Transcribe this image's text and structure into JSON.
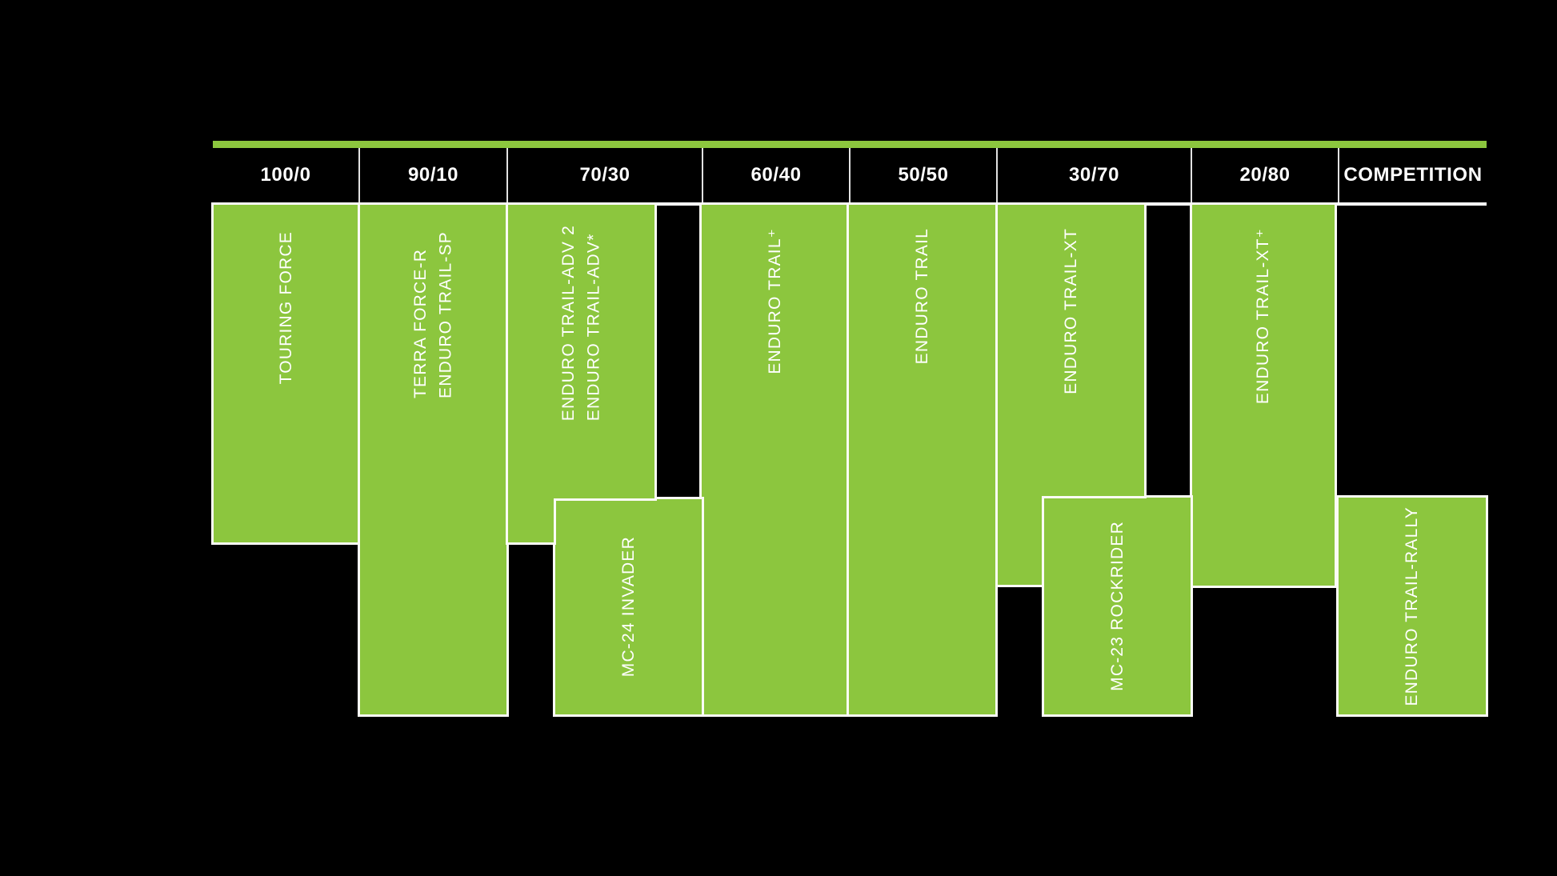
{
  "header": {
    "columns": [
      "100/0",
      "90/10",
      "70/30",
      "60/40",
      "50/50",
      "30/70",
      "20/80",
      "COMPETITION"
    ]
  },
  "blocks": {
    "touring_force": {
      "label": "TOURING FORCE"
    },
    "terra_force": {
      "line1": "TERRA FORCE-R",
      "line2": "ENDURO TRAIL-SP"
    },
    "trail_adv": {
      "line1": "ENDURO TRAIL-ADV 2",
      "line2": "ENDURO TRAIL-ADV*"
    },
    "trail_plus": {
      "label": "ENDURO TRAIL⁺"
    },
    "trail": {
      "label": "ENDURO TRAIL"
    },
    "trail_xt": {
      "label": "ENDURO TRAIL-XT"
    },
    "trail_xt_plus": {
      "label": "ENDURO TRAIL-XT⁺"
    },
    "mc24": {
      "label": "MC-24 INVADER"
    },
    "mc23": {
      "label": "MC-23 ROCKRIDER"
    },
    "trail_rally": {
      "label": "ENDURO TRAIL-RALLY"
    }
  },
  "colors": {
    "accent_green": "#8CC63E",
    "background": "#000000",
    "text": "#FFFFFF",
    "divider": "#FFFFFF"
  },
  "chart_data": {
    "type": "table",
    "columns": [
      "100/0",
      "90/10",
      "70/30",
      "60/40",
      "50/50",
      "30/70",
      "20/80",
      "COMPETITION"
    ],
    "products": [
      {
        "name": "TOURING FORCE",
        "columns": [
          "100/0"
        ]
      },
      {
        "name": "TERRA FORCE-R",
        "columns": [
          "90/10"
        ]
      },
      {
        "name": "ENDURO TRAIL-SP",
        "columns": [
          "90/10"
        ]
      },
      {
        "name": "ENDURO TRAIL-ADV 2",
        "columns": [
          "70/30"
        ]
      },
      {
        "name": "ENDURO TRAIL-ADV*",
        "columns": [
          "70/30"
        ]
      },
      {
        "name": "MC-24 INVADER",
        "columns": [
          "70/30",
          "60/40"
        ]
      },
      {
        "name": "ENDURO TRAIL⁺",
        "columns": [
          "60/40"
        ]
      },
      {
        "name": "ENDURO TRAIL",
        "columns": [
          "50/50"
        ]
      },
      {
        "name": "ENDURO TRAIL-XT",
        "columns": [
          "30/70"
        ]
      },
      {
        "name": "MC-23 ROCKRIDER",
        "columns": [
          "30/70",
          "20/80"
        ]
      },
      {
        "name": "ENDURO TRAIL-XT⁺",
        "columns": [
          "20/80"
        ]
      },
      {
        "name": "ENDURO TRAIL-RALLY",
        "columns": [
          "COMPETITION"
        ]
      }
    ],
    "legend_position": "none",
    "grid": false
  }
}
